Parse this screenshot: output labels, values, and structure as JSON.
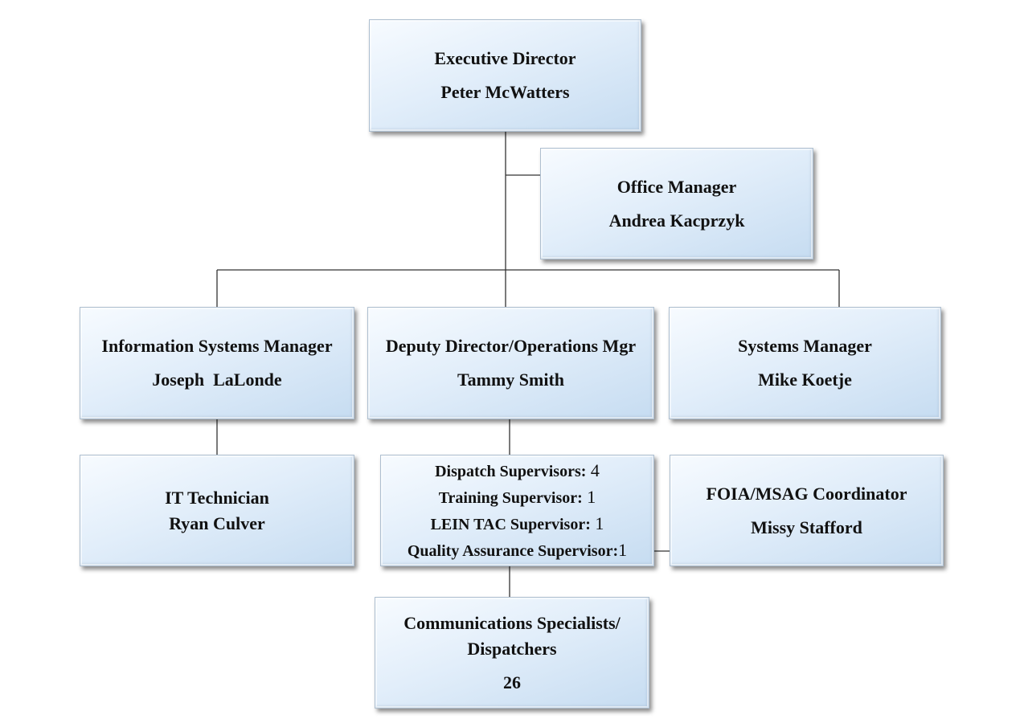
{
  "org_chart": {
    "executive_director": {
      "title": "Executive Director",
      "name": "Peter McWatters"
    },
    "office_manager": {
      "title": "Office Manager",
      "name": "Andrea Kacprzyk"
    },
    "information_systems_manager": {
      "title": "Information Systems Manager",
      "name": "Joseph  LaLonde"
    },
    "deputy_director": {
      "title": "Deputy Director/Operations Mgr",
      "name": "Tammy Smith"
    },
    "systems_manager": {
      "title": "Systems Manager",
      "name": "Mike Koetje"
    },
    "it_technician": {
      "title": "IT Technician",
      "name": "Ryan Culver"
    },
    "supervisors": [
      {
        "label": "Dispatch Supervisors:",
        "count": " 4"
      },
      {
        "label": "Training Supervisor:",
        "count": " 1"
      },
      {
        "label": "LEIN TAC Supervisor:",
        "count": " 1"
      },
      {
        "label": "Quality Assurance Supervisor:",
        "count": "1"
      }
    ],
    "foia_coordinator": {
      "title": "FOIA/MSAG Coordinator",
      "name": "Missy Stafford"
    },
    "communications": {
      "title_line1": "Communications Specialists/",
      "title_line2": "Dispatchers",
      "count": "26"
    }
  }
}
